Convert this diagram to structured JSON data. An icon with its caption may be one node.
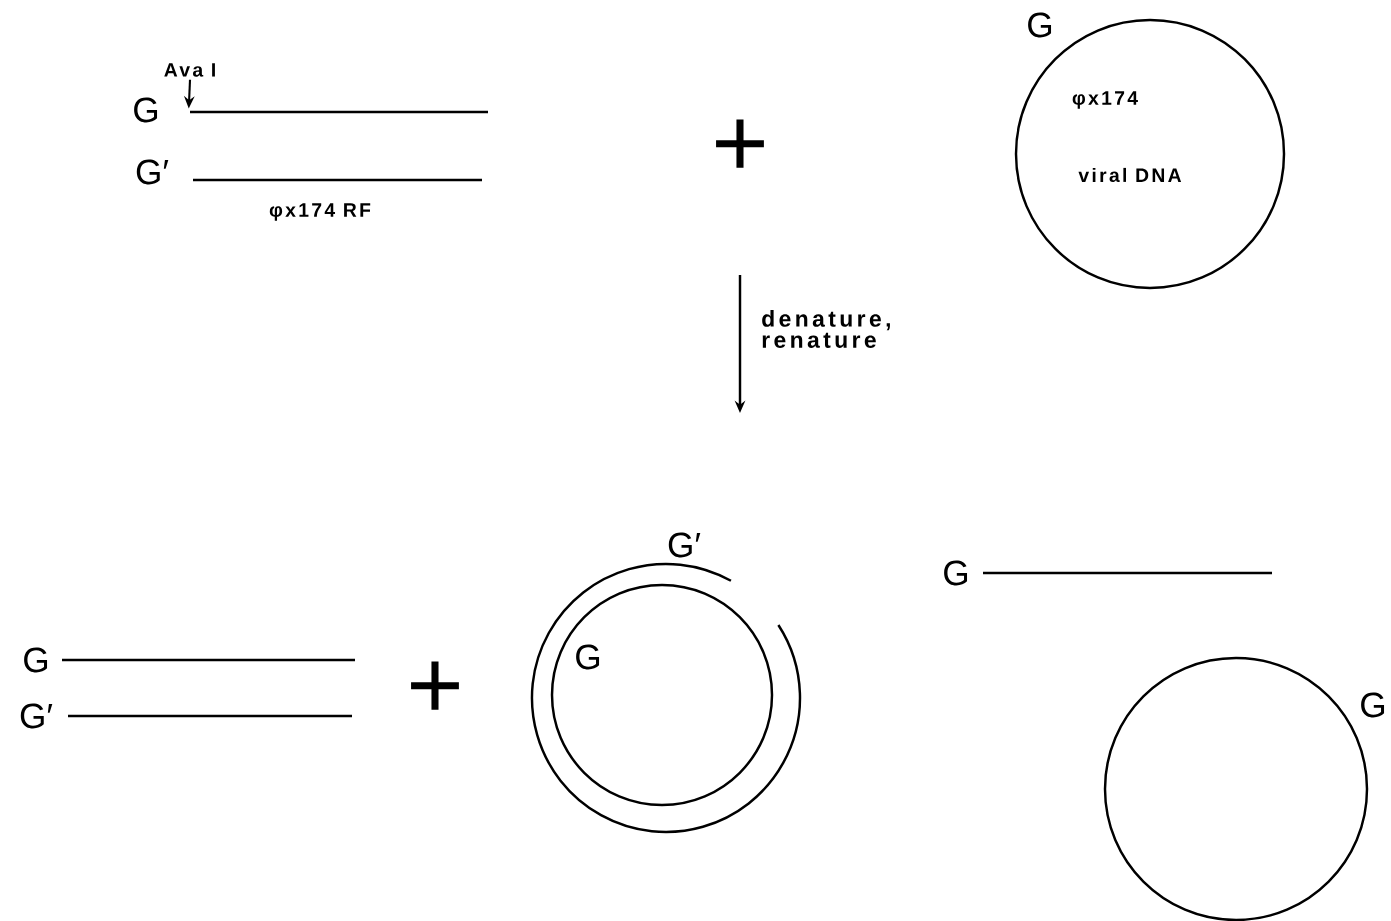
{
  "diagram": {
    "nodes": [
      {
        "text": [
          "Ava I"
        ]
      },
      {
        "text": [],
        "shape": "line",
        "beside": [
          "G"
        ]
      },
      {
        "text": [],
        "shape": "line",
        "beside": [
          "G′",
          "φx174 RF"
        ]
      },
      {
        "text": [
          "φx174",
          "viral DNA"
        ],
        "beside": [
          "G"
        ]
      },
      {
        "text": [],
        "shape": "line",
        "beside": [
          "G"
        ]
      },
      {
        "text": [],
        "shape": "line",
        "beside": [
          "G′"
        ]
      },
      {
        "text": [
          "G′"
        ]
      },
      {
        "text": [
          "G"
        ],
        "in": 6
      },
      {
        "text": [],
        "shape": "line",
        "beside": [
          "G"
        ]
      },
      {
        "text": [],
        "shape": "circle",
        "beside": [
          "G"
        ]
      }
    ],
    "edges": [
      {
        "from": 0,
        "to": 1,
        "arrow": "to"
      }
    ],
    "labels": [
      "+",
      "denature, renature",
      "+"
    ]
  }
}
